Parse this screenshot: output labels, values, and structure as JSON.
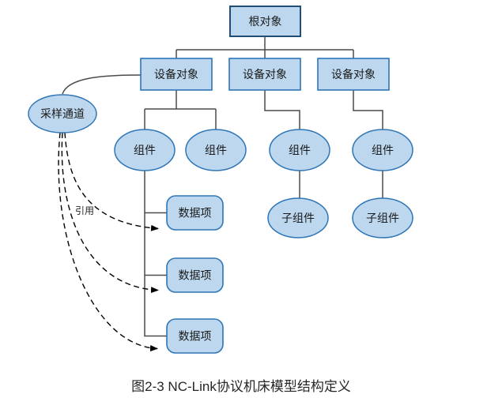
{
  "figure_caption": "图2-3 NC-Link协议机床模型结构定义",
  "nodes": {
    "root": {
      "label": "根对象",
      "shape": "rectangle"
    },
    "devices": [
      {
        "label": "设备对象"
      },
      {
        "label": "设备对象"
      },
      {
        "label": "设备对象"
      }
    ],
    "sampling_channel": {
      "label": "采样通道",
      "shape": "ellipse"
    },
    "components": [
      {
        "label": "组件"
      },
      {
        "label": "组件"
      },
      {
        "label": "组件"
      },
      {
        "label": "组件"
      }
    ],
    "data_items": [
      {
        "label": "数据项"
      },
      {
        "label": "数据项"
      },
      {
        "label": "数据项"
      }
    ],
    "subcomponents": [
      {
        "label": "子组件"
      },
      {
        "label": "子组件"
      }
    ]
  },
  "edge_labels": {
    "reference": "引用"
  },
  "colors": {
    "node_fill": "#bdd7ee",
    "root_border": "#1f4e79",
    "node_border": "#2e75b6",
    "connector_line": "#4a4a4a",
    "reference_dashed_line": "#000000",
    "text": "#1a1a1a"
  }
}
